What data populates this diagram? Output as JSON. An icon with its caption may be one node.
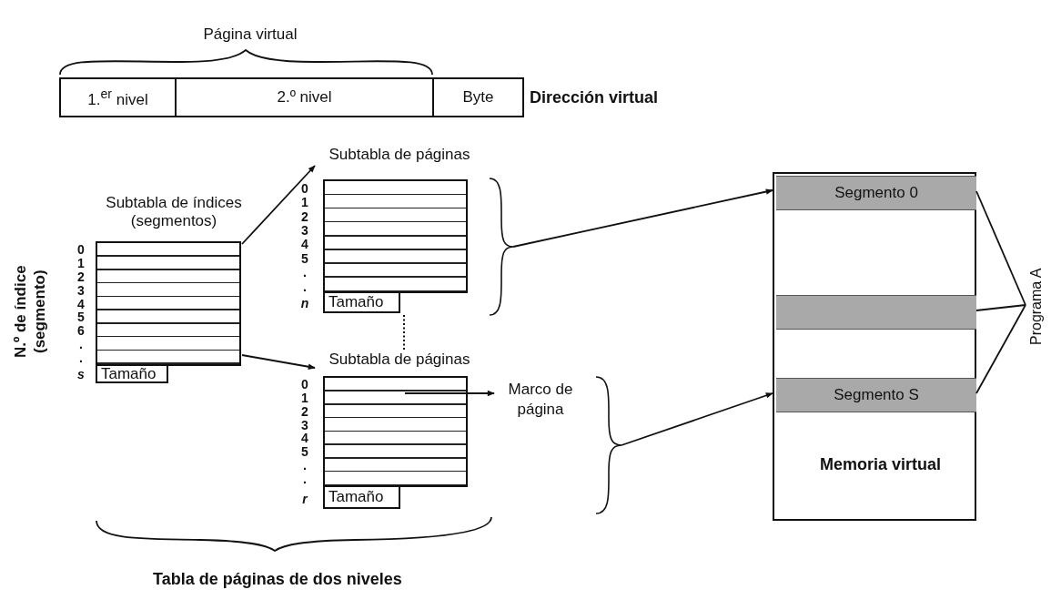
{
  "diagram": {
    "nodes": [
      {
        "text": [
          "1.$^{er}$ nivel"
        ]
      },
      {
        "text": [
          "2.º nivel"
        ]
      },
      {
        "text": [
          "Byte"
        ]
      },
      {
        "text": [
          "Subtabla de índices (segmentos)",
          "Tamaño"
        ],
        "beside": [
          "0",
          "1",
          "2",
          "3",
          "4",
          "5",
          "6",
          ".",
          ".",
          "s"
        ]
      },
      {
        "text": [
          "Subtabla de páginas",
          "Tamaño"
        ],
        "beside": [
          "0",
          "1",
          "2",
          "3",
          "4",
          "5",
          ".",
          ".",
          "n"
        ]
      },
      {
        "text": [
          "Subtabla de páginas",
          "Tamaño"
        ],
        "beside": [
          "0",
          "1",
          "2",
          "3",
          "4",
          "5",
          ".",
          ".",
          "r"
        ]
      },
      {
        "text": [
          "Marco de página"
        ]
      },
      {
        "text": [],
        "shape": "brace"
      },
      {
        "text": [],
        "shape": "brace"
      },
      {
        "text": [
          "Memoria virtual"
        ]
      },
      {
        "text": [
          "Segmento 0"
        ],
        "in": 9
      },
      {
        "text": [],
        "shape": "bar",
        "in": 9
      },
      {
        "text": [
          "Segmento S"
        ],
        "in": 9
      },
      {
        "text": [
          "Programa A"
        ]
      }
    ],
    "edges": [
      {
        "from": 3,
        "to": 4,
        "arrow": "to"
      },
      {
        "from": 3,
        "to": 5,
        "arrow": "to"
      },
      {
        "from": 5,
        "to": 6,
        "arrow": "to"
      },
      {
        "from": 7,
        "to": 10,
        "arrow": "to"
      },
      {
        "from": 8,
        "to": 12,
        "arrow": "to"
      },
      {
        "from": 10,
        "to": 13,
        "arrow": "none"
      },
      {
        "from": 11,
        "to": 13,
        "arrow": "none"
      },
      {
        "from": 12,
        "to": 13,
        "arrow": "none"
      },
      {
        "from": 4,
        "to": 5,
        "arrow": "none",
        "style": "dashed"
      }
    ],
    "labels": [
      "Página virtual",
      "Dirección virtual",
      "N.º de índice (segmento)",
      "Tabla de páginas de dos niveles"
    ]
  }
}
